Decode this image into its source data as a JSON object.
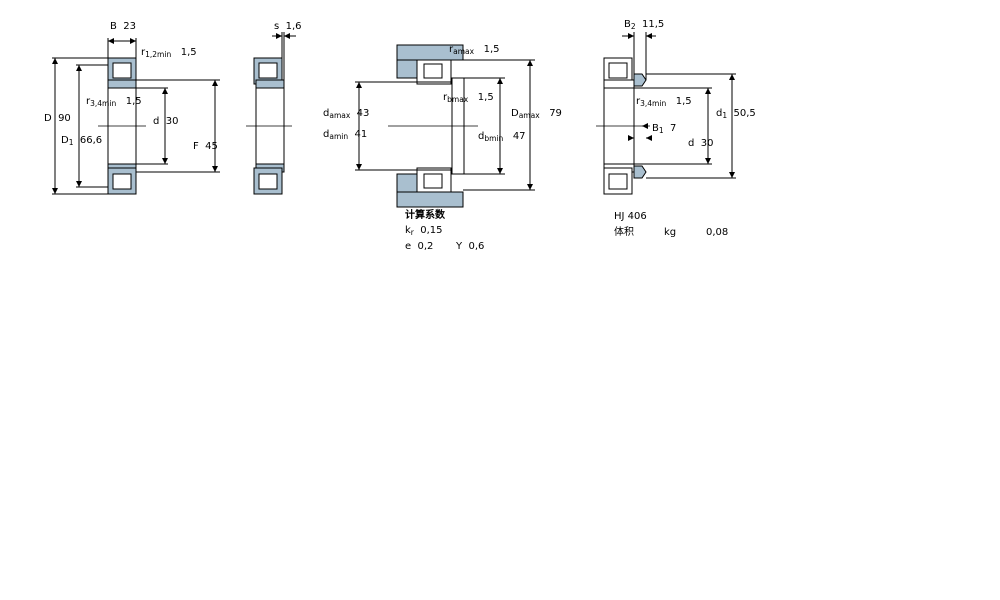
{
  "view1": {
    "B_label": "B",
    "B_value": "23",
    "r12_label": "r",
    "r12_sub": "1,2min",
    "r12_value": "1,5",
    "r34_label": "r",
    "r34_sub": "3,4min",
    "r34_value": "1,5",
    "D_label": "D",
    "D_value": "90",
    "D1_label": "D",
    "D1_sub": "1",
    "D1_value": "66,6",
    "d_label": "d",
    "d_value": "30",
    "F_label": "F",
    "F_value": "45"
  },
  "view2": {
    "s_label": "s",
    "s_value": "1,6"
  },
  "view3": {
    "ra_label": "r",
    "ra_sub": "amax",
    "ra_value": "1,5",
    "rb_label": "r",
    "rb_sub": "bmax",
    "rb_value": "1,5",
    "damax_label": "d",
    "damax_sub": "amax",
    "damax_value": "43",
    "damin_label": "d",
    "damin_sub": "amin",
    "damin_value": "41",
    "Damax_label": "D",
    "Damax_sub": "amax",
    "Damax_value": "79",
    "dbmin_label": "d",
    "dbmin_sub": "bmin",
    "dbmin_value": "47"
  },
  "calc": {
    "heading": "计算系数",
    "kr_label": "k",
    "kr_sub": "r",
    "kr_value": "0,15",
    "e_label": "e",
    "e_value": "0,2",
    "Y_label": "Y",
    "Y_value": "0,6"
  },
  "view4": {
    "B2_label": "B",
    "B2_sub": "2",
    "B2_value": "11,5",
    "r34_label": "r",
    "r34_sub": "3,4min",
    "r34_value": "1,5",
    "d1_label": "d",
    "d1_sub": "1",
    "d1_value": "50,5",
    "B1_label": "B",
    "B1_sub": "1",
    "B1_value": "7",
    "d_label": "d",
    "d_value": "30",
    "ring_name": "HJ 406",
    "mass_label": "体积",
    "mass_unit": "kg",
    "mass_value": "0,08"
  },
  "colors": {
    "steel": "#a9bfcf",
    "line": "#000000",
    "background": "#ffffff"
  }
}
